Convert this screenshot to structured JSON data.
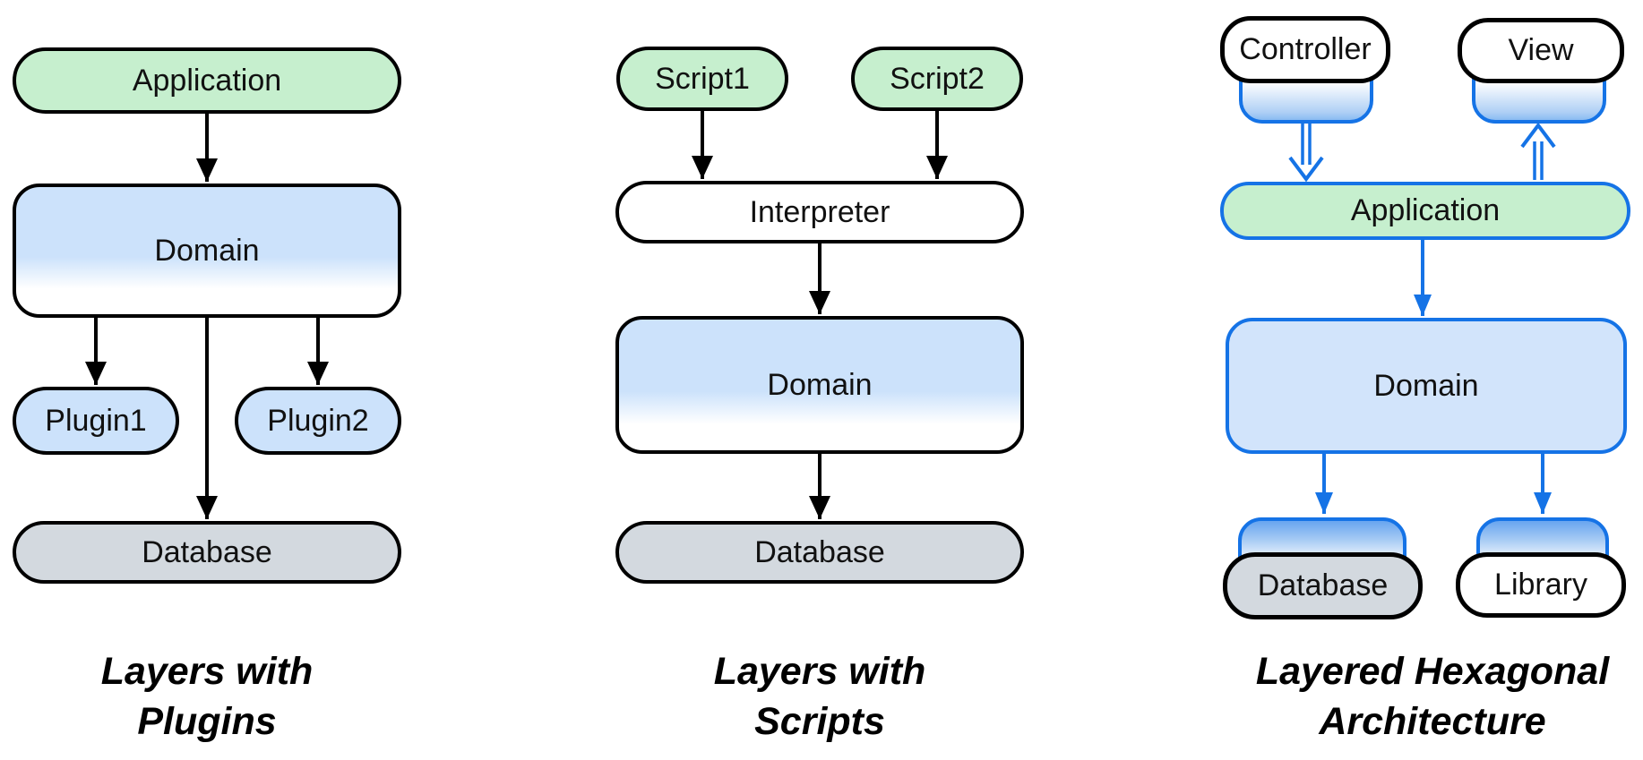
{
  "diagrams": [
    {
      "name": "layers-with-plugins",
      "caption": "Layers with Plugins",
      "nodes": {
        "application": "Application",
        "domain": "Domain",
        "plugin1": "Plugin1",
        "plugin2": "Plugin2",
        "database": "Database"
      }
    },
    {
      "name": "layers-with-scripts",
      "caption": "Layers with Scripts",
      "nodes": {
        "script1": "Script1",
        "script2": "Script2",
        "interpreter": "Interpreter",
        "domain": "Domain",
        "database": "Database"
      }
    },
    {
      "name": "layered-hexagonal-architecture",
      "caption": "Layered Hexagonal Architecture",
      "nodes": {
        "controller": "Controller",
        "view": "View",
        "application": "Application",
        "domain": "Domain",
        "database": "Database",
        "library": "Library"
      }
    }
  ],
  "colors": {
    "green": "#c6efce",
    "light_blue": "#cce2fb",
    "domain_blue": "#d2e4fb",
    "gray": "#d3d9df",
    "blue": "#1573e6",
    "black": "#000000"
  }
}
